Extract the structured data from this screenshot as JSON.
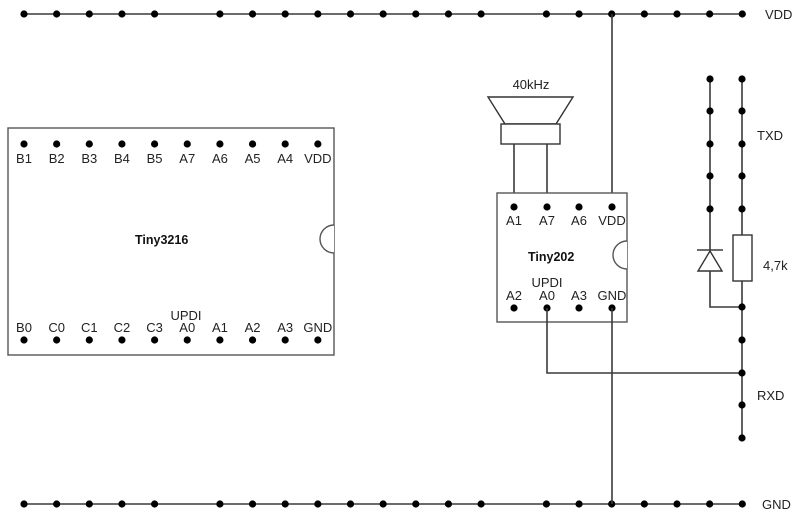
{
  "rails": {
    "vdd": {
      "label": "VDD",
      "dots": 21
    },
    "gnd": {
      "label": "GND",
      "dots": 21
    }
  },
  "tiny3216": {
    "name": "Tiny3216",
    "top_pins": [
      "B1",
      "B2",
      "B3",
      "B4",
      "B5",
      "A7",
      "A6",
      "A5",
      "A4",
      "VDD"
    ],
    "bottom_pins": [
      "B0",
      "C0",
      "C1",
      "C2",
      "C3",
      "A0",
      "A1",
      "A2",
      "A3",
      "GND"
    ],
    "updi_label": "UPDI",
    "updi_pin_index": 5
  },
  "tiny202": {
    "name": "Tiny202",
    "top_pins": [
      "A1",
      "A7",
      "A6",
      "VDD"
    ],
    "bottom_pins": [
      "A2",
      "A0",
      "A3",
      "GND"
    ],
    "updi_label": "UPDI",
    "updi_pin_index": 1
  },
  "speaker": {
    "label": "40kHz"
  },
  "resistor": {
    "label": "4,7k"
  },
  "signals": {
    "txd": "TXD",
    "rxd": "RXD"
  }
}
